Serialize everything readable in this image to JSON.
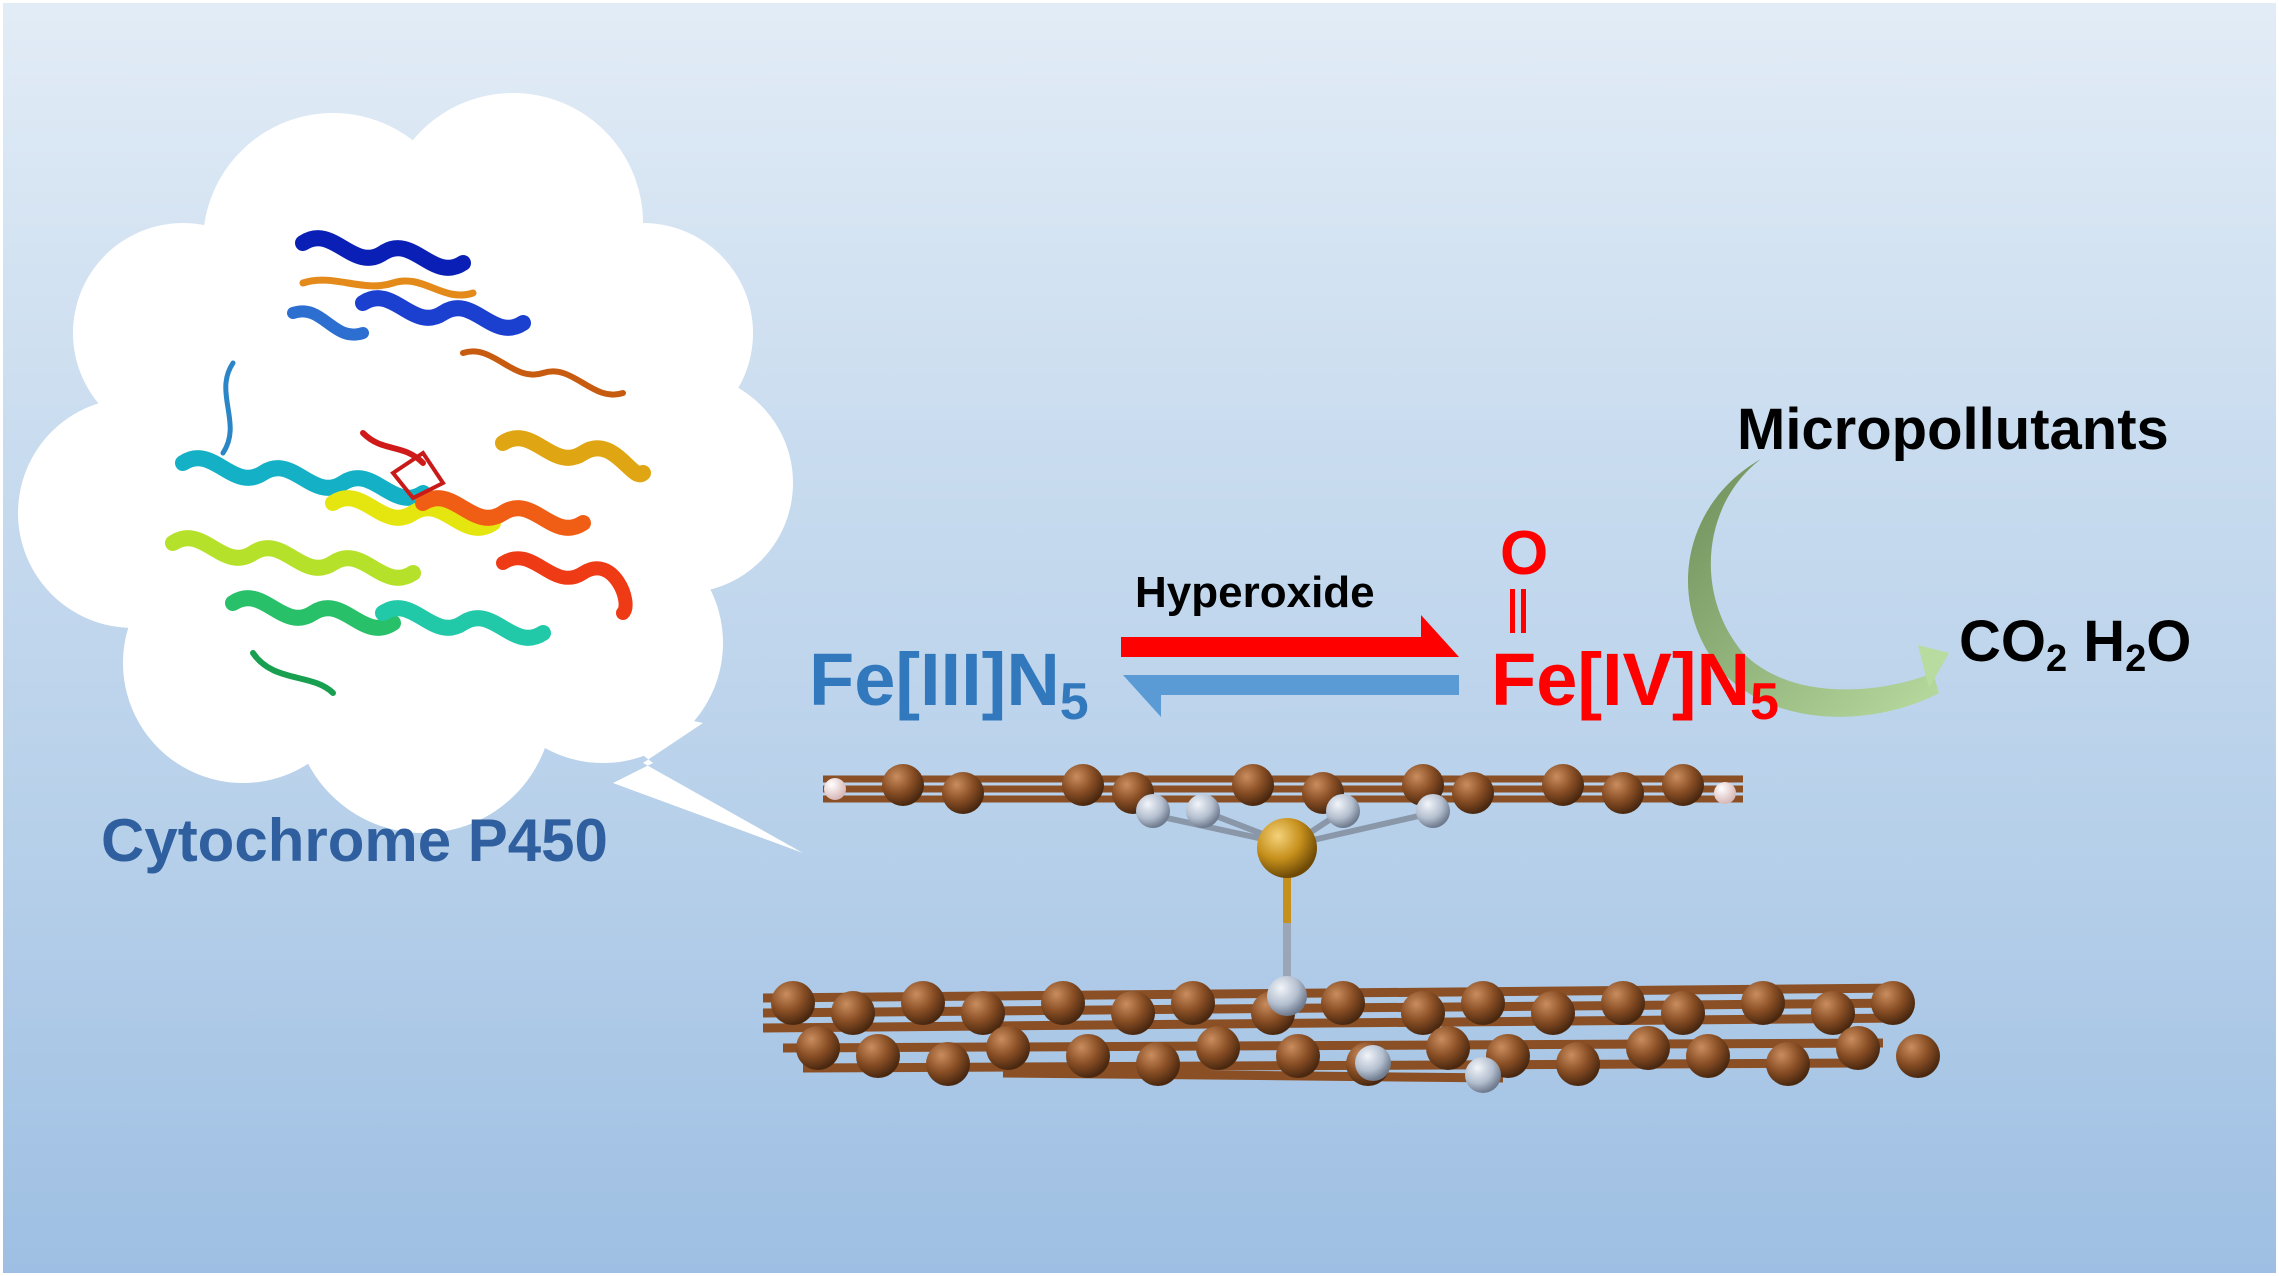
{
  "labels": {
    "enzyme": "Cytochrome P450",
    "reactant_prefix": "Fe[III]N",
    "reactant_sub": "5",
    "product_prefix": "Fe[IV]N",
    "product_sub": "5",
    "oxo_atom": "O",
    "oxidant": "Hyperoxide",
    "pollutant": "Micropollutants",
    "co2_prefix": "CO",
    "co2_sub": "2",
    "h2o_prefix": "H",
    "h2o_sub": "2",
    "h2o_suffix": "O"
  },
  "colors": {
    "forward_arrow": "#ff0000",
    "reverse_arrow": "#5b9bd5",
    "reactant_text": "#3278bd",
    "product_text": "#ff0000",
    "enzyme_text": "#2f5f9e",
    "cycle_arrow_start": "#6f8f5a",
    "cycle_arrow_end": "#b8dba0",
    "carbon_atom": "#8a4f25",
    "nitrogen_atom": "#b4bfcf",
    "iron_atom": "#c6901c"
  },
  "icons": {
    "protein": "protein-ribbon-icon",
    "bubble": "thought-bubble",
    "cycle": "curved-arrow-icon"
  }
}
